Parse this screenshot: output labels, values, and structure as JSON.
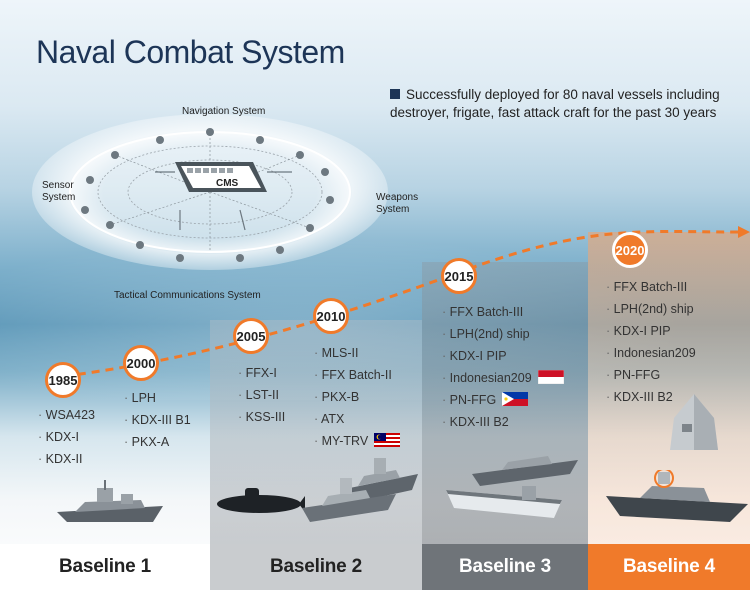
{
  "title": "Naval Combat System",
  "tagline": "Successfully deployed for 80 naval vessels including destroyer, frigate, fast attack craft for the past 30 years",
  "diagram": {
    "labels": {
      "navigation": "Navigation System",
      "sensor": "Sensor System",
      "weapons": "Weapons System",
      "tactical": "Tactical Communications System",
      "center": "CMS"
    }
  },
  "colors": {
    "accent": "#f07a2a",
    "navy": "#1d3557"
  },
  "milestones": [
    {
      "year": "1985",
      "items": [
        "WSA423",
        "KDX-I",
        "KDX-II"
      ]
    },
    {
      "year": "2000",
      "items": [
        "LPH",
        "KDX-III B1",
        "PKX-A"
      ]
    },
    {
      "year": "2005",
      "items": [
        "FFX-I",
        "LST-II",
        "KSS-III"
      ]
    },
    {
      "year": "2010",
      "items": [
        "MLS-II",
        "FFX Batch-II",
        "PKX-B",
        "ATX",
        "MY-TRV"
      ]
    },
    {
      "year": "2015",
      "items": [
        "FFX Batch-III",
        "LPH(2nd) ship",
        "KDX-I PIP",
        "Indonesian209",
        "PN-FFG",
        "KDX-III B2"
      ]
    },
    {
      "year": "2020",
      "items": [
        "FFX Batch-III",
        "LPH(2nd) ship",
        "KDX-I PIP",
        "Indonesian209",
        "PN-FFG",
        "KDX-III B2"
      ]
    }
  ],
  "flags": {
    "malaysia": "malaysia-flag-icon",
    "indonesia": "indonesia-flag-icon",
    "philippines": "philippines-flag-icon"
  },
  "baselines": [
    "Baseline 1",
    "Baseline 2",
    "Baseline 3",
    "Baseline 4"
  ]
}
